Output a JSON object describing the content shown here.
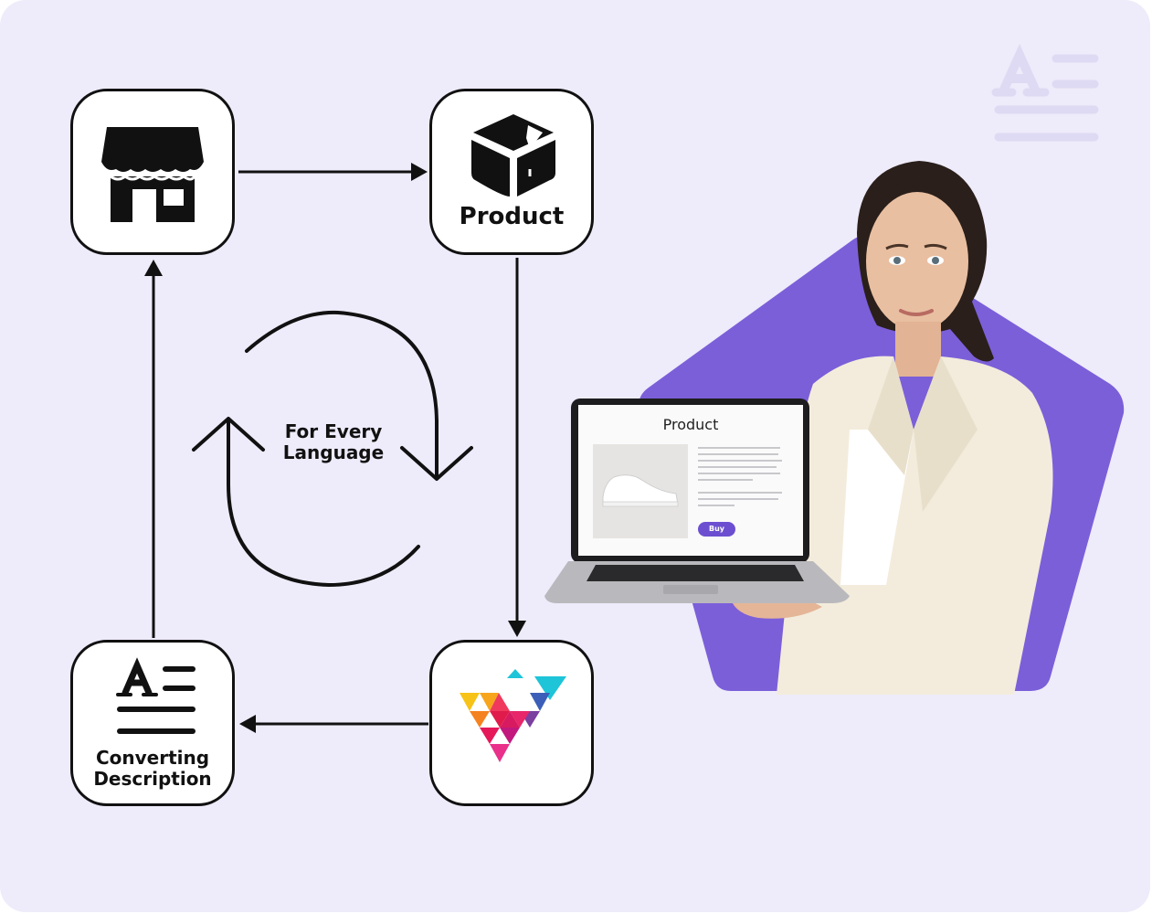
{
  "nodes": {
    "store": {
      "label": "",
      "icon": "storefront-icon"
    },
    "product": {
      "label": "Product",
      "icon": "package-box-icon"
    },
    "brand": {
      "label": "",
      "icon": "colorful-v-logo-icon"
    },
    "converting": {
      "label_line1": "Converting",
      "label_line2": "Description",
      "icon": "text-format-icon"
    }
  },
  "cycle": {
    "label_line1": "For Every",
    "label_line2": "Language",
    "icon": "refresh-cycle-icon"
  },
  "laptop_screen": {
    "title": "Product",
    "buy_label": "Buy"
  },
  "colors": {
    "background": "#eeebfa",
    "accent": "#7b5fd9",
    "stroke": "#111111"
  }
}
